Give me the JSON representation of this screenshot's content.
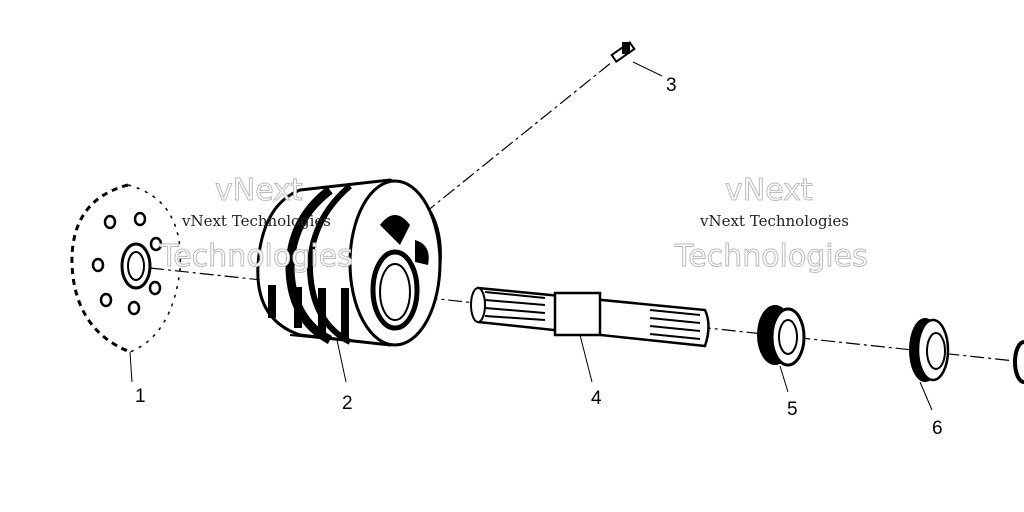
{
  "diagram": {
    "callouts": [
      "1",
      "2",
      "3",
      "4",
      "5",
      "6"
    ],
    "watermark": {
      "line_small": "vNext Technologies",
      "line_big_1": "vNext",
      "line_big_2": "Technologies"
    }
  }
}
